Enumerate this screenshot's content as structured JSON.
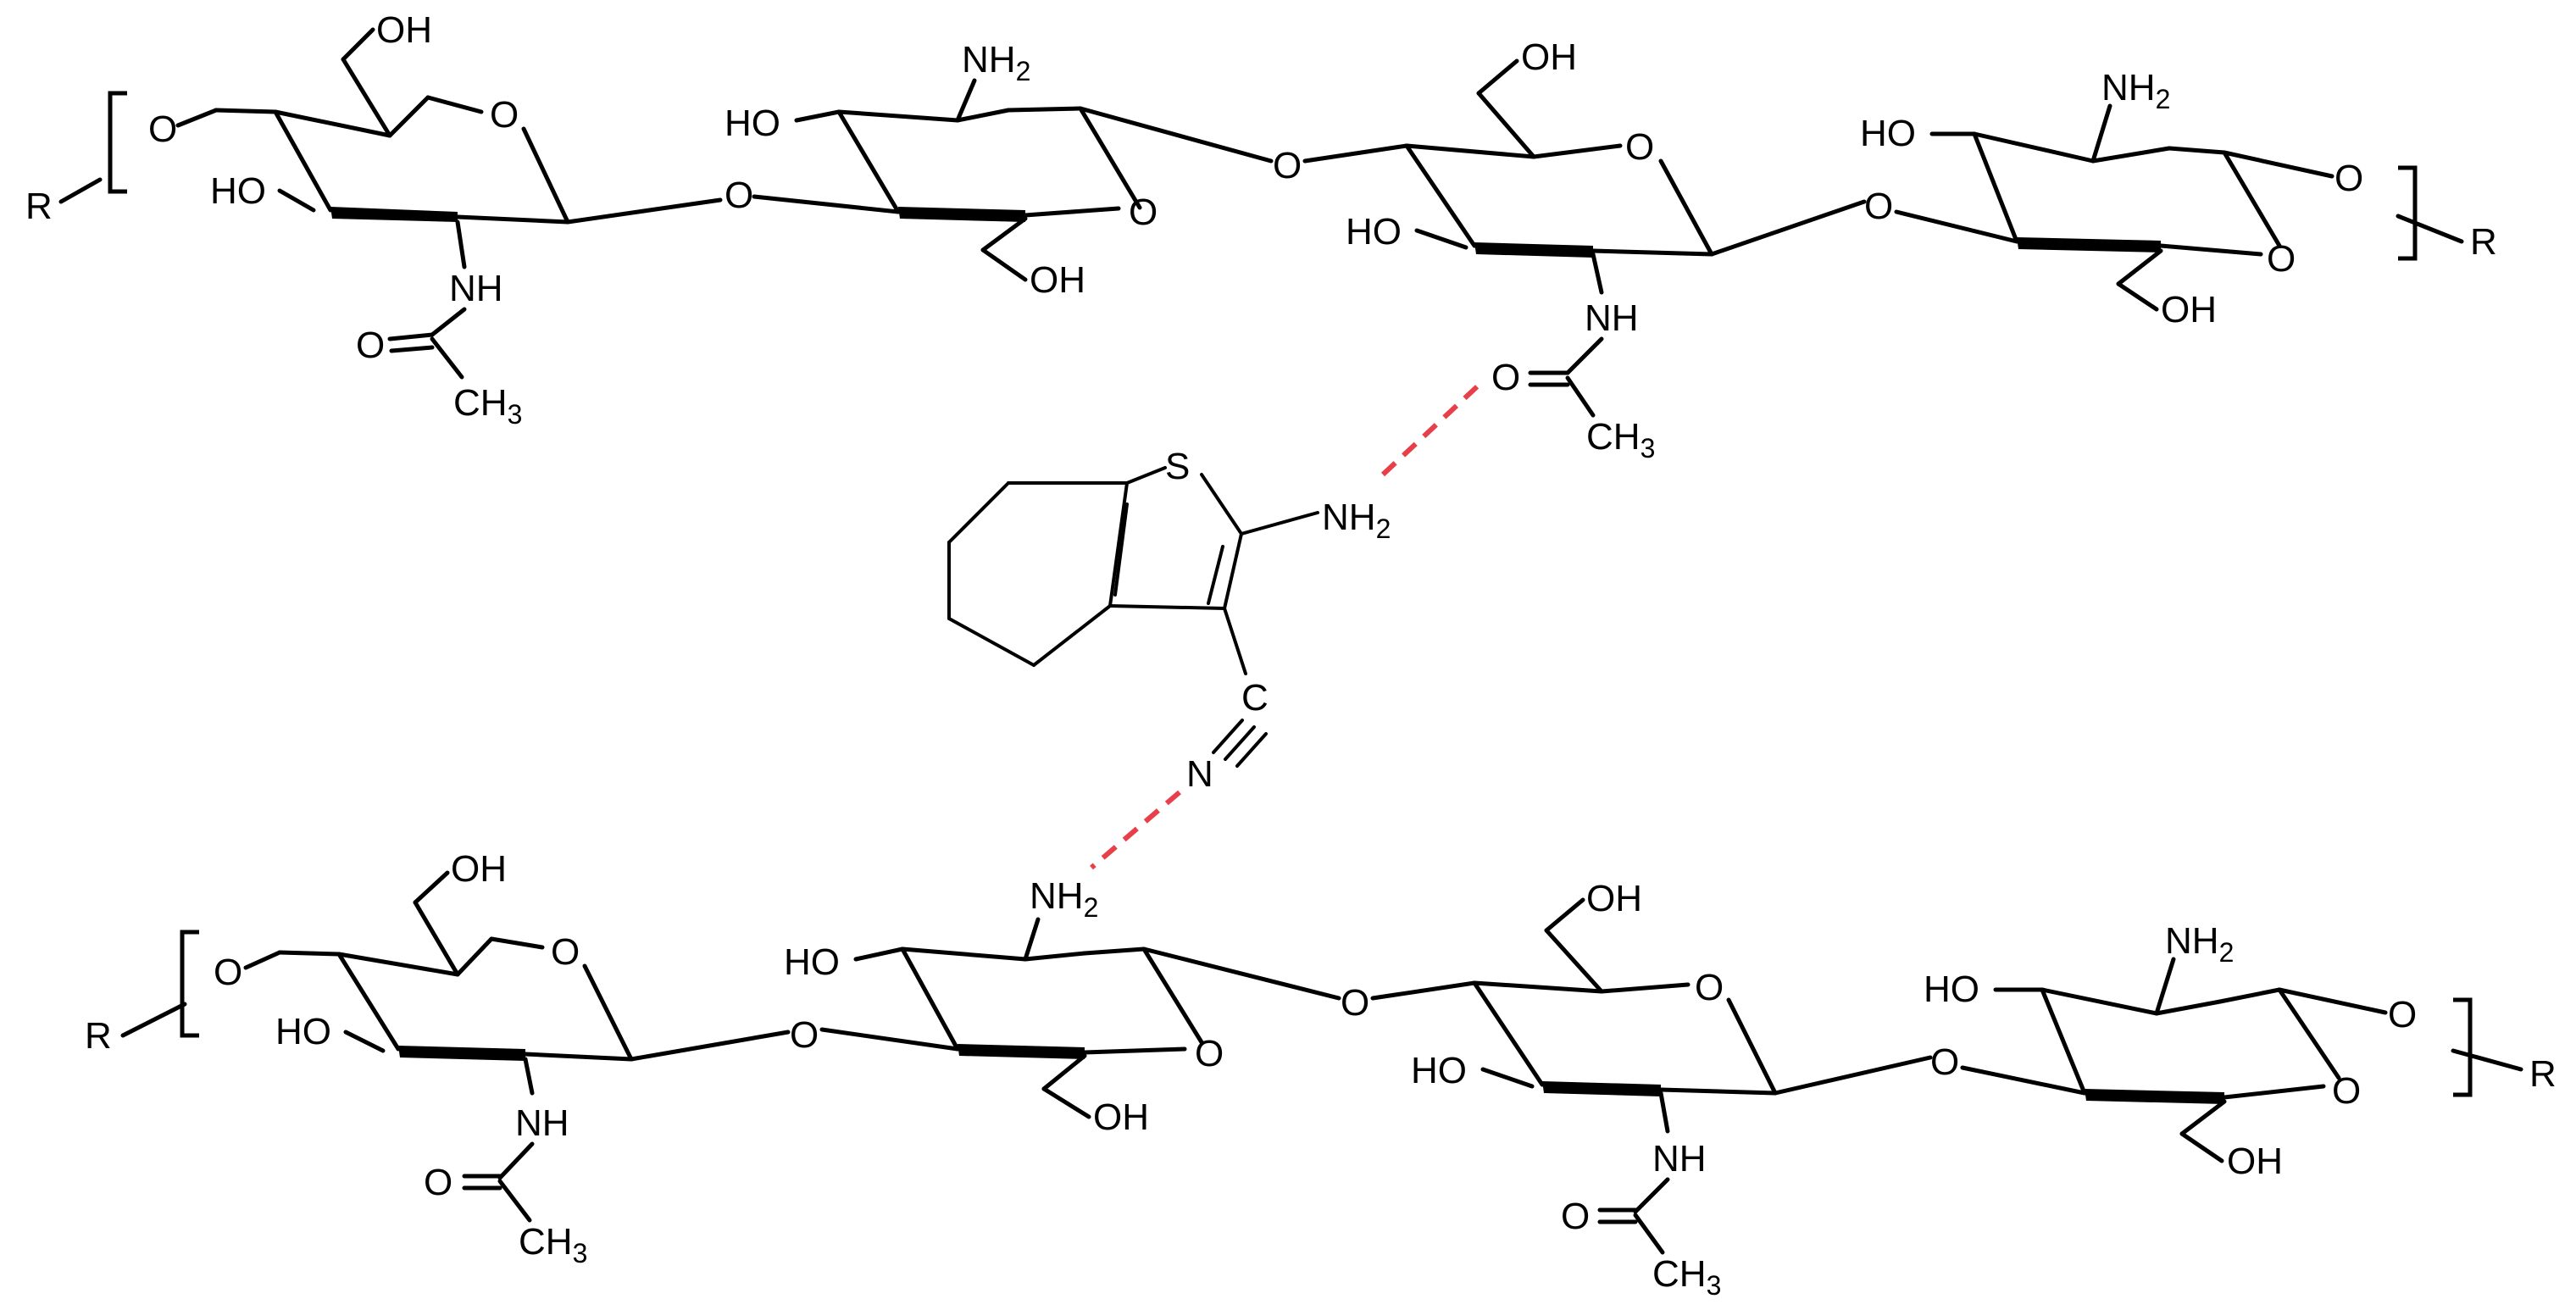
{
  "figure": {
    "labels": {
      "oh": "OH",
      "ho": "HO",
      "o": "O",
      "nh": "NH",
      "nh2_base": "NH",
      "nh2_sub": "2",
      "ch3_base": "CH",
      "ch3_sub": "3",
      "r": "R",
      "s": "S",
      "c": "C",
      "n": "N"
    },
    "colors": {
      "bond": "#000000",
      "hydrogen_bond": "#e8404a",
      "background": "#ffffff"
    },
    "chains": [
      {
        "name": "top-chitosan-chain",
        "residues": [
          "N-acetylglucosamine",
          "glucosamine",
          "N-acetylglucosamine",
          "glucosamine"
        ]
      },
      {
        "name": "bottom-chitosan-chain",
        "residues": [
          "N-acetylglucosamine",
          "glucosamine",
          "N-acetylglucosamine",
          "glucosamine"
        ]
      }
    ],
    "interactions": [
      {
        "from": "thiophene-NH2",
        "to": "top-chain-acetyl-C=O",
        "type": "hydrogen-bond"
      },
      {
        "from": "nitrile-N",
        "to": "bottom-chain-NH2",
        "type": "hydrogen-bond"
      }
    ],
    "icons": [
      "chemical-structure"
    ]
  }
}
